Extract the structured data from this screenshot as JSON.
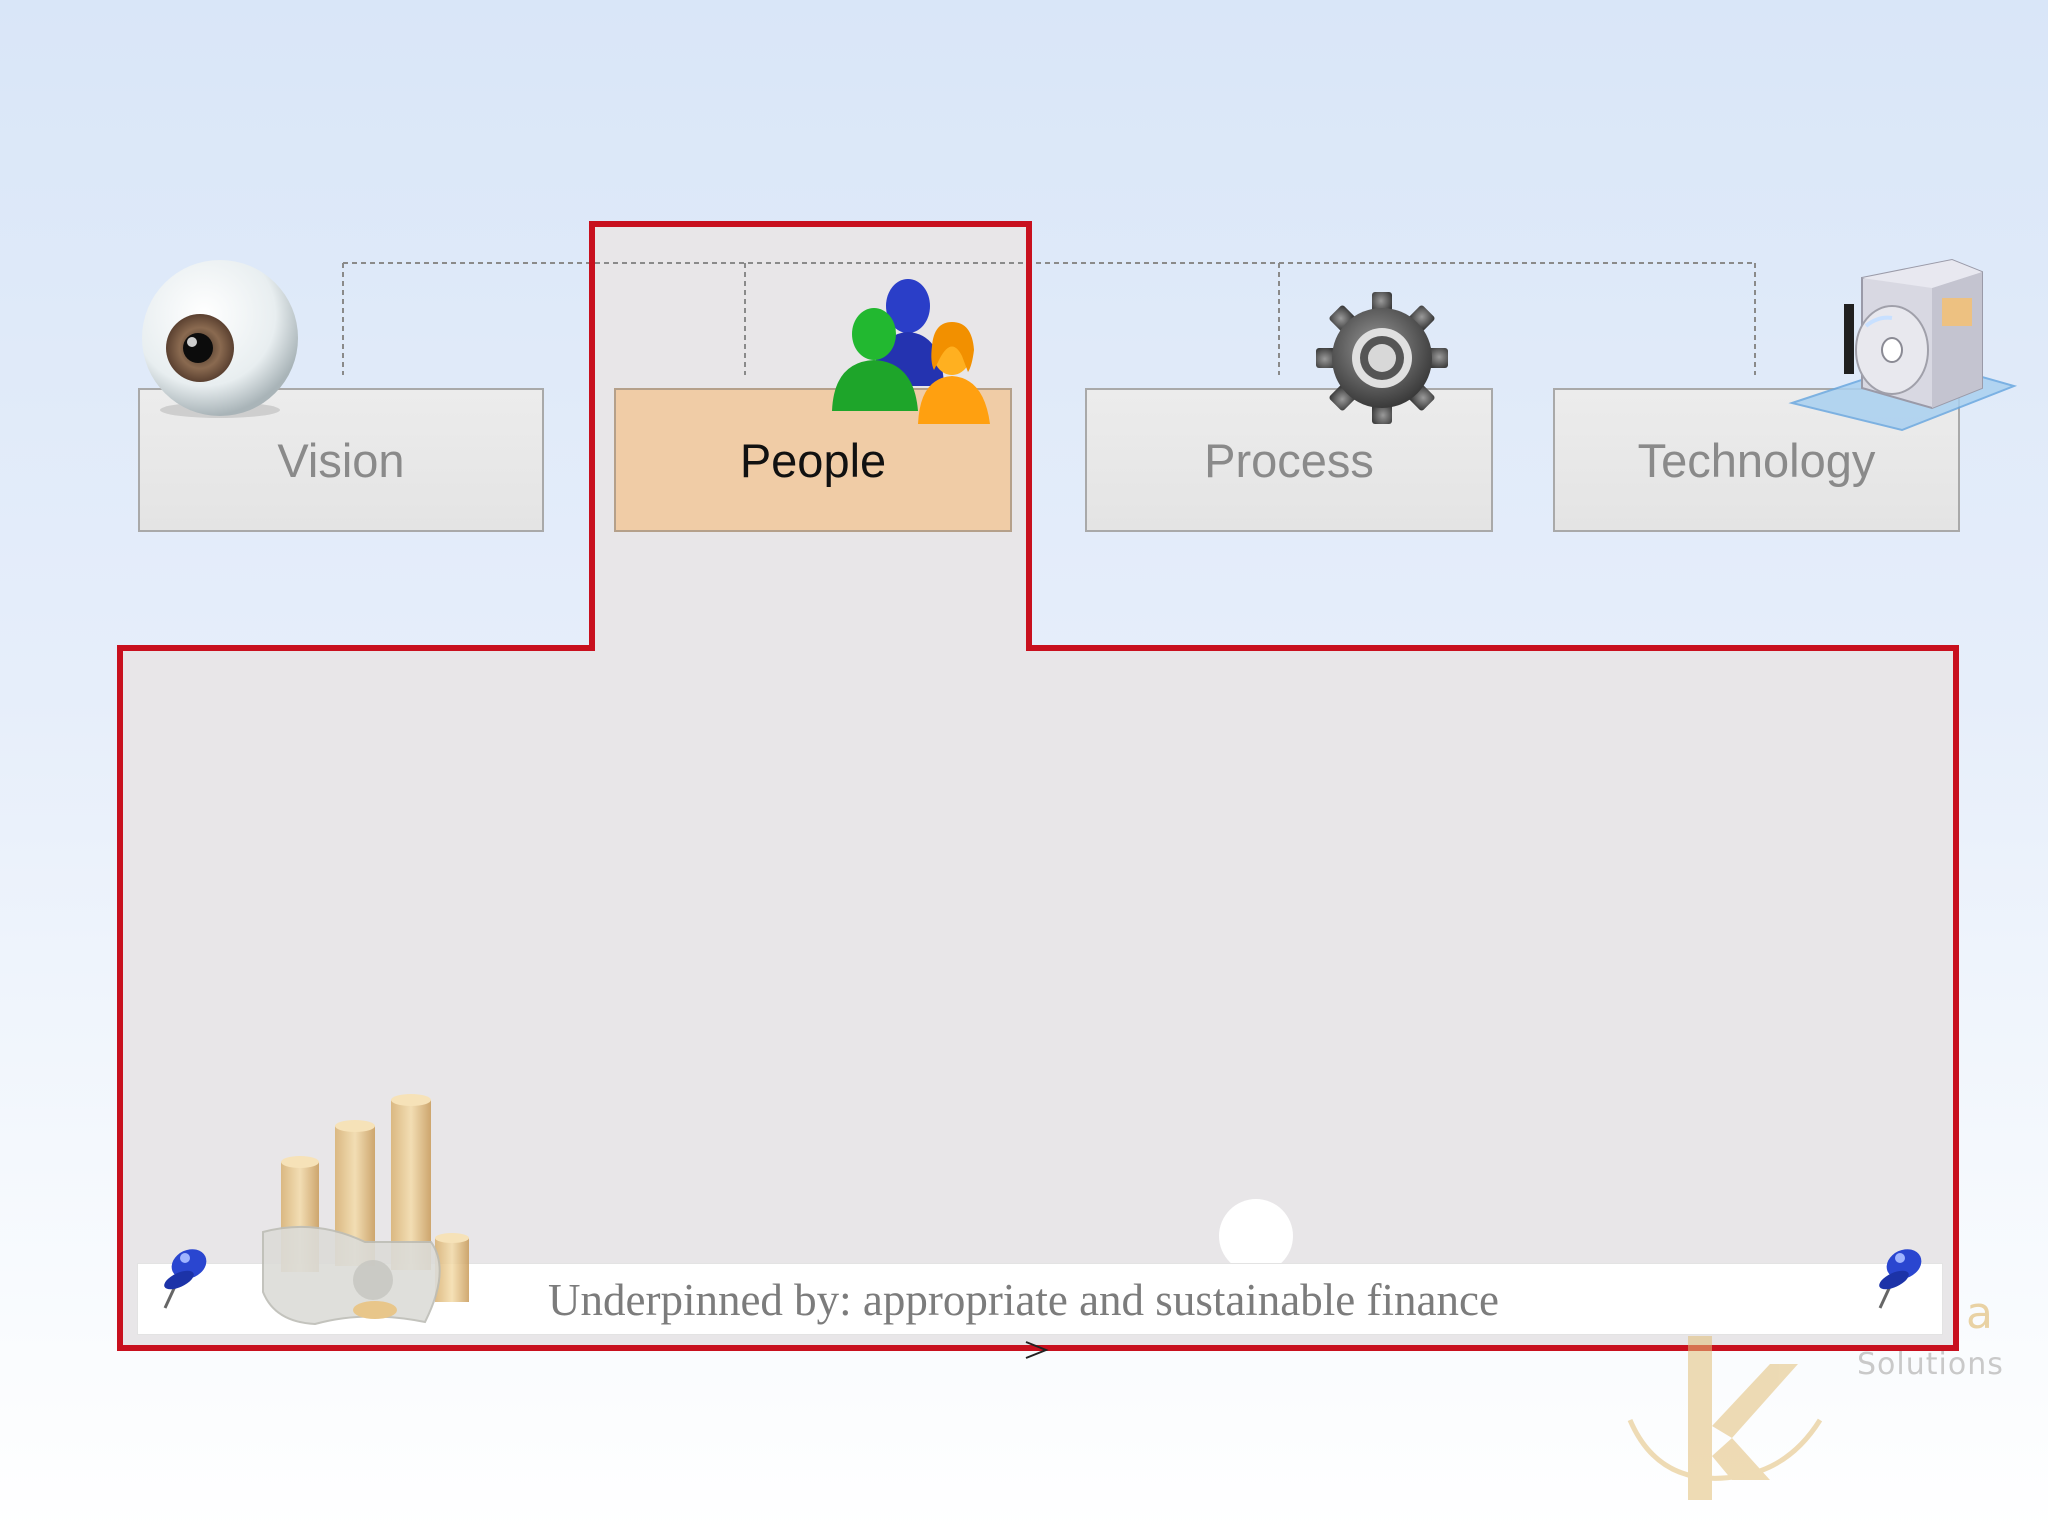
{
  "pillars": [
    {
      "label": "Vision",
      "icon": "eye-icon",
      "active": false
    },
    {
      "label": "People",
      "icon": "people-icon",
      "active": true
    },
    {
      "label": "Process",
      "icon": "gear-icon",
      "active": false
    },
    {
      "label": "Technology",
      "icon": "software-box-icon",
      "active": false
    }
  ],
  "foundation": {
    "text": "Underpinned by: appropriate and sustainable finance",
    "icon": "money-coins-icon"
  },
  "logo": {
    "partial_text": "a",
    "subtitle": "Solutions"
  },
  "colors": {
    "highlight_outline": "#c8101e",
    "active_box": "#f0cca6",
    "inactive_box": "#e8e8e8",
    "panel": "#e8e6e8"
  }
}
